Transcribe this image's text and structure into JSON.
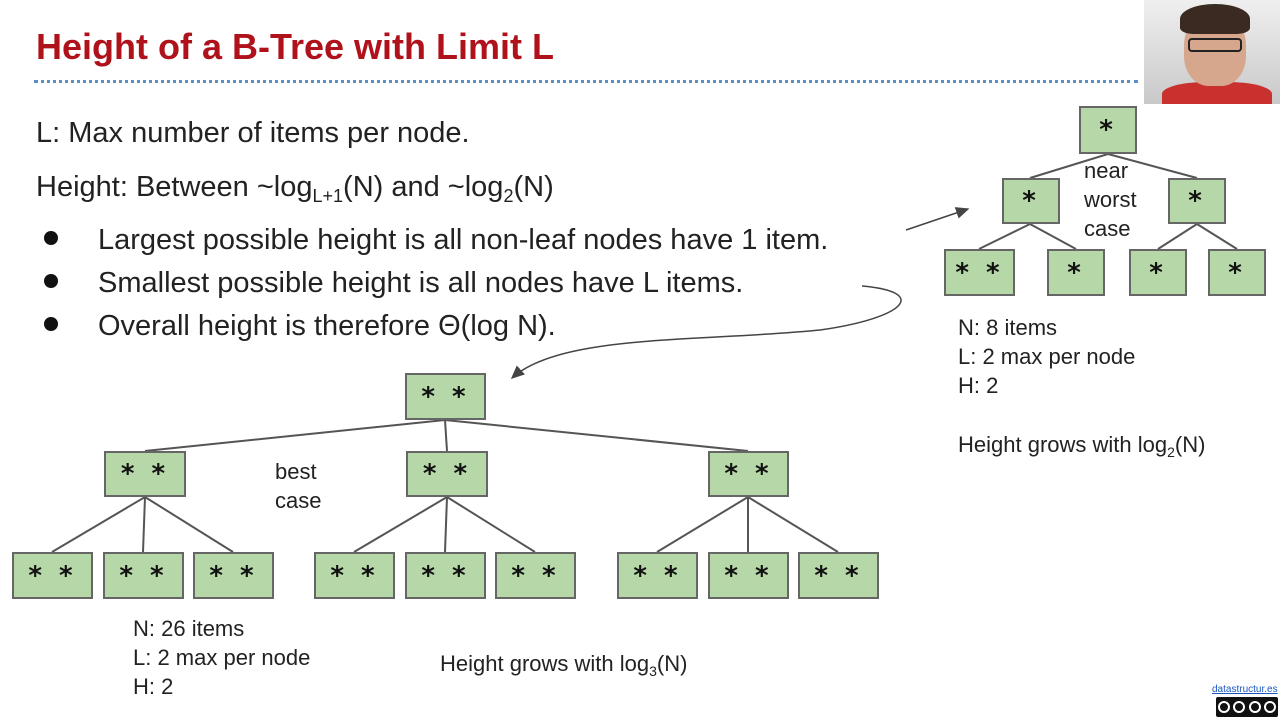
{
  "slide": {
    "title": "Height of a B-Tree with Limit L",
    "line1": "L: Max number of items per node.",
    "line2": {
      "prefix": "Height: Between ~log",
      "sub1": "L+1",
      "mid": "(N) and ~log",
      "sub2": "2",
      "suffix": "(N)"
    },
    "bullets": [
      "Largest possible height is all non-leaf nodes have 1 item.",
      "Smallest possible height is all nodes have L items.",
      "Overall height is therefore Θ(log N)."
    ]
  },
  "worst_tree": {
    "node_root": "*",
    "node_l1_a": "*",
    "node_l1_b": "*",
    "leaf_1": "* *",
    "leaf_2": "*",
    "leaf_3": "*",
    "leaf_4": "*",
    "case_label_1": "near",
    "case_label_2": "worst",
    "case_label_3": "case",
    "stat_n": "N: 8 items",
    "stat_l": "L: 2 max per node",
    "stat_h": "H: 2",
    "growth_prefix": "Height grows with log",
    "growth_sub": "2",
    "growth_suffix": "(N)"
  },
  "best_tree": {
    "node_label": "* *",
    "case_label_1": "best",
    "case_label_2": "case",
    "stat_n": "N: 26 items",
    "stat_l": "L: 2 max per node",
    "stat_h": "H: 2",
    "growth_prefix": "Height grows with log",
    "growth_sub": "3",
    "growth_suffix": "(N)"
  },
  "footer": {
    "site": "datastructur.es"
  },
  "colors": {
    "title": "#b0121b",
    "node_fill": "#b6d7a8",
    "rule": "#5b8fc9"
  }
}
